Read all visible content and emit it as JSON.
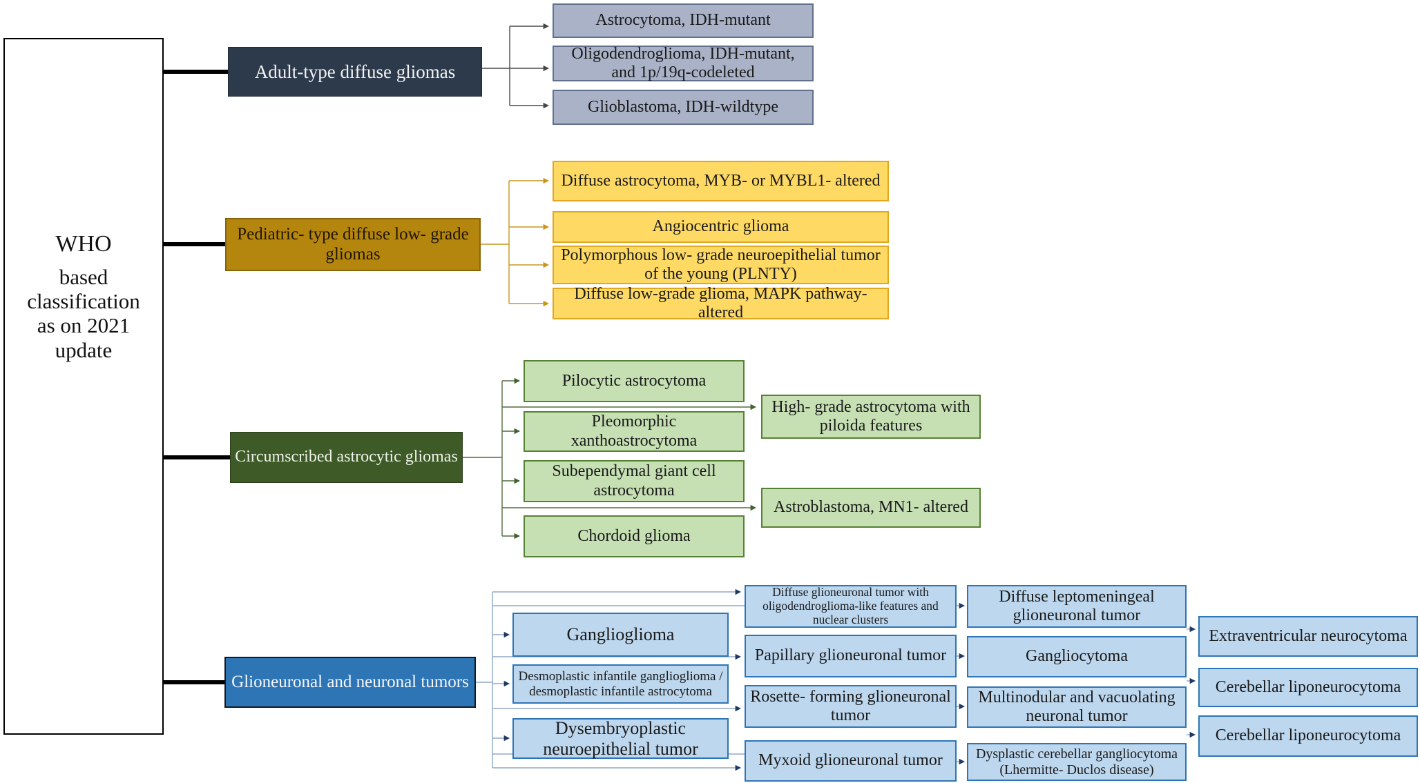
{
  "root": {
    "lines": [
      "WHO",
      "based",
      "classification",
      "as on 2021",
      "update"
    ]
  },
  "sections": [
    {
      "parent": "Adult-type diffuse gliomas",
      "children": [
        "Astrocytoma, IDH-mutant",
        "Oligodendroglioma, IDH-mutant, and 1p/19q-codeleted",
        "Glioblastoma, IDH-wildtype"
      ]
    },
    {
      "parent": "Pediatric- type diffuse low- grade gliomas",
      "children": [
        "Diffuse astrocytoma, MYB- or MYBL1- altered",
        "Angiocentric glioma",
        "Polymorphous low- grade neuroepithelial tumor of the young (PLNTY)",
        "Diffuse low-grade glioma, MAPK pathway- altered"
      ]
    },
    {
      "parent": "Circumscribed astrocytic gliomas",
      "children": [
        "Pilocytic astrocytoma",
        "Pleomorphic xanthoastrocytoma",
        "Subependymal giant cell astrocytoma",
        "Chordoid glioma"
      ],
      "children_right": [
        "High- grade astrocytoma with piloida features",
        "Astroblastoma, MN1- altered"
      ]
    },
    {
      "parent": "Glioneuronal and neuronal tumors",
      "col1": [
        "Ganglioglioma",
        "Desmoplastic infantile ganglioglioma / desmoplastic infantile astrocytoma",
        "Dysembryoplastic neuroepithelial tumor"
      ],
      "col2": [
        "Diffuse glioneuronal tumor with oligodendroglioma-like features and nuclear clusters",
        "Papillary glioneuronal tumor",
        "Rosette- forming glioneuronal tumor",
        "Myxoid glioneuronal tumor"
      ],
      "col3": [
        "Diffuse leptomeningeal glioneuronal tumor",
        "Gangliocytoma",
        "Multinodular and vacuolating neuronal tumor",
        "Dysplastic cerebellar gangliocytoma (Lhermitte- Duclos disease)"
      ],
      "col4": [
        "Extraventricular neurocytoma",
        "Cerebellar liponeurocytoma",
        "Cerebellar liponeurocytoma"
      ]
    }
  ],
  "colors": {
    "adult_parent": "#2d3a4c",
    "adult_child": "#a9b2c7",
    "pediatric_parent": "#b5860e",
    "pediatric_child": "#fed964",
    "circumscribed_parent": "#3e5a27",
    "circumscribed_child": "#c6e0b4",
    "glioneuronal_parent": "#2e75b5",
    "glioneuronal_child": "#bdd7ee",
    "trunk_line": "#000000",
    "adult_wire": "#4a4a4a",
    "pediatric_wire": "#c9961b",
    "circumscribed_wire": "#526b3f",
    "glioneuronal_wire": "#8fa9c7",
    "glioneuronal_arrow": "#1f3864"
  }
}
